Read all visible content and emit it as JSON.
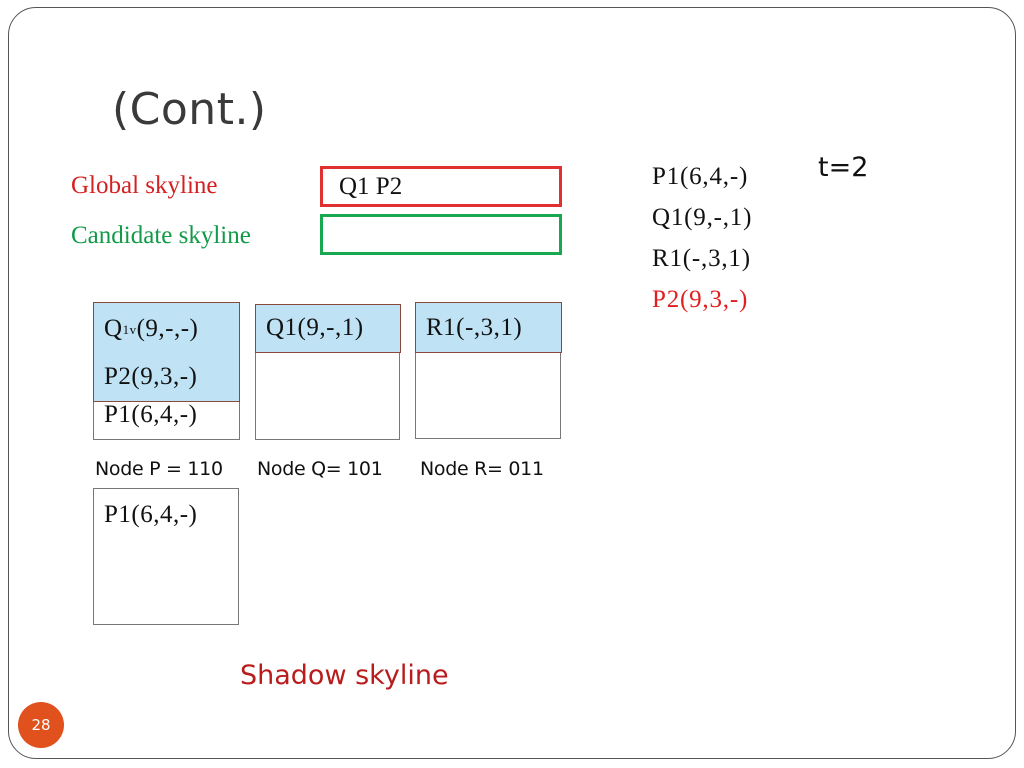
{
  "slide": {
    "title": "(Cont.)",
    "page_number": "28"
  },
  "skyline_boxes": {
    "global_label": "Global skyline",
    "global_value": "Q1 P2",
    "candidate_label": "Candidate skyline",
    "candidate_value": ""
  },
  "nodes": {
    "p": {
      "caption": "Node P = 110",
      "entries": [
        {
          "base": "Q",
          "sub": "1v",
          "rest": "(9,-,-)"
        },
        {
          "text": "P2(9,3,-)"
        },
        {
          "text": "P1(6,4,-)"
        }
      ]
    },
    "q": {
      "caption": "Node Q= 101",
      "entries": [
        {
          "text": "Q1(9,-,1)"
        }
      ]
    },
    "r": {
      "caption": "Node R= 011",
      "entries": [
        {
          "text": "R1(-,3,1)"
        }
      ]
    }
  },
  "shadow": {
    "entries": [
      {
        "text": "P1(6,4,-)"
      }
    ],
    "title": "Shadow skyline"
  },
  "point_list": {
    "time": "t=2",
    "items": [
      {
        "text": "P1(6,4,-)",
        "color": "#111111"
      },
      {
        "text": "Q1(9,-,1)",
        "color": "#111111"
      },
      {
        "text": "R1(-,3,1)",
        "color": "#111111"
      },
      {
        "text": "P2(9,3,-)",
        "color": "#e02020"
      }
    ]
  },
  "colors": {
    "global_box": "#e03030",
    "candidate_box": "#18a84f",
    "highlight_fill": "#bfe3f4",
    "page_badge": "#e0511e"
  }
}
